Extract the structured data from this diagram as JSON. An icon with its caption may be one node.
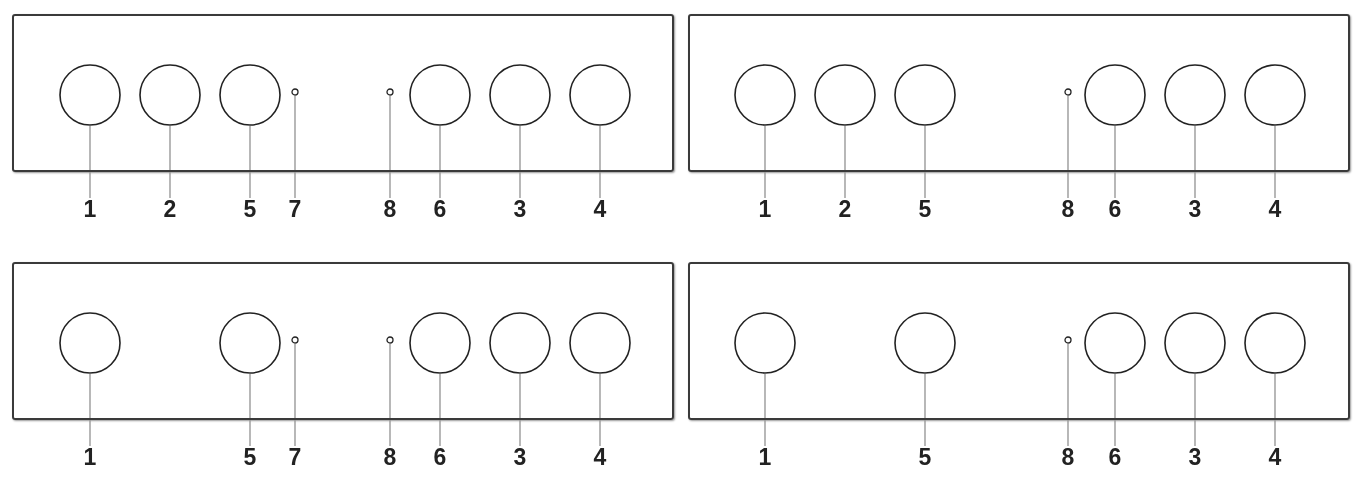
{
  "diagram": {
    "nodes": [
      {
        "text": [],
        "shape": "box"
      },
      {
        "text": [],
        "shape": "circle",
        "in": 0
      },
      {
        "text": [],
        "shape": "circle",
        "in": 0
      },
      {
        "text": [],
        "shape": "circle",
        "in": 0
      },
      {
        "text": [],
        "shape": "dot",
        "in": 0
      },
      {
        "text": [],
        "shape": "dot",
        "in": 0
      },
      {
        "text": [],
        "shape": "circle",
        "in": 0
      },
      {
        "text": [],
        "shape": "circle",
        "in": 0
      },
      {
        "text": [],
        "shape": "circle",
        "in": 0
      },
      {
        "text": [
          "1"
        ]
      },
      {
        "text": [
          "2"
        ]
      },
      {
        "text": [
          "5"
        ]
      },
      {
        "text": [
          "7"
        ]
      },
      {
        "text": [
          "8"
        ]
      },
      {
        "text": [
          "6"
        ]
      },
      {
        "text": [
          "3"
        ]
      },
      {
        "text": [
          "4"
        ]
      },
      {
        "text": [],
        "shape": "box"
      },
      {
        "text": [],
        "shape": "circle",
        "in": 17
      },
      {
        "text": [],
        "shape": "circle",
        "in": 17
      },
      {
        "text": [],
        "shape": "circle",
        "in": 17
      },
      {
        "text": [],
        "shape": "dot",
        "in": 17
      },
      {
        "text": [],
        "shape": "circle",
        "in": 17
      },
      {
        "text": [],
        "shape": "circle",
        "in": 17
      },
      {
        "text": [],
        "shape": "circle",
        "in": 17
      },
      {
        "text": [
          "1"
        ]
      },
      {
        "text": [
          "2"
        ]
      },
      {
        "text": [
          "5"
        ]
      },
      {
        "text": [
          "8"
        ]
      },
      {
        "text": [
          "6"
        ]
      },
      {
        "text": [
          "3"
        ]
      },
      {
        "text": [
          "4"
        ]
      },
      {
        "text": [],
        "shape": "box"
      },
      {
        "text": [],
        "shape": "circle",
        "in": 32
      },
      {
        "text": [],
        "shape": "circle",
        "in": 32
      },
      {
        "text": [],
        "shape": "dot",
        "in": 32
      },
      {
        "text": [],
        "shape": "dot",
        "in": 32
      },
      {
        "text": [],
        "shape": "circle",
        "in": 32
      },
      {
        "text": [],
        "shape": "circle",
        "in": 32
      },
      {
        "text": [],
        "shape": "circle",
        "in": 32
      },
      {
        "text": [
          "1"
        ]
      },
      {
        "text": [
          "5"
        ]
      },
      {
        "text": [
          "7"
        ]
      },
      {
        "text": [
          "8"
        ]
      },
      {
        "text": [
          "6"
        ]
      },
      {
        "text": [
          "3"
        ]
      },
      {
        "text": [
          "4"
        ]
      },
      {
        "text": [],
        "shape": "box"
      },
      {
        "text": [],
        "shape": "circle",
        "in": 47
      },
      {
        "text": [],
        "shape": "circle",
        "in": 47
      },
      {
        "text": [],
        "shape": "dot",
        "in": 47
      },
      {
        "text": [],
        "shape": "circle",
        "in": 47
      },
      {
        "text": [],
        "shape": "circle",
        "in": 47
      },
      {
        "text": [],
        "shape": "circle",
        "in": 47
      },
      {
        "text": [
          "1"
        ]
      },
      {
        "text": [
          "5"
        ]
      },
      {
        "text": [
          "8"
        ]
      },
      {
        "text": [
          "6"
        ]
      },
      {
        "text": [
          "3"
        ]
      },
      {
        "text": [
          "4"
        ]
      }
    ],
    "edges": [
      {
        "from": 9,
        "to": 1,
        "arrow": "none"
      },
      {
        "from": 10,
        "to": 2,
        "arrow": "none"
      },
      {
        "from": 11,
        "to": 3,
        "arrow": "none"
      },
      {
        "from": 12,
        "to": 4,
        "arrow": "none"
      },
      {
        "from": 13,
        "to": 5,
        "arrow": "none"
      },
      {
        "from": 14,
        "to": 6,
        "arrow": "none"
      },
      {
        "from": 15,
        "to": 7,
        "arrow": "none"
      },
      {
        "from": 16,
        "to": 8,
        "arrow": "none"
      },
      {
        "from": 25,
        "to": 18,
        "arrow": "none"
      },
      {
        "from": 26,
        "to": 19,
        "arrow": "none"
      },
      {
        "from": 27,
        "to": 20,
        "arrow": "none"
      },
      {
        "from": 28,
        "to": 21,
        "arrow": "none"
      },
      {
        "from": 29,
        "to": 22,
        "arrow": "none"
      },
      {
        "from": 30,
        "to": 23,
        "arrow": "none"
      },
      {
        "from": 31,
        "to": 24,
        "arrow": "none"
      },
      {
        "from": 40,
        "to": 33,
        "arrow": "none"
      },
      {
        "from": 41,
        "to": 34,
        "arrow": "none"
      },
      {
        "from": 42,
        "to": 35,
        "arrow": "none"
      },
      {
        "from": 43,
        "to": 36,
        "arrow": "none"
      },
      {
        "from": 44,
        "to": 37,
        "arrow": "none"
      },
      {
        "from": 45,
        "to": 38,
        "arrow": "none"
      },
      {
        "from": 46,
        "to": 39,
        "arrow": "none"
      },
      {
        "from": 54,
        "to": 48,
        "arrow": "none"
      },
      {
        "from": 55,
        "to": 49,
        "arrow": "none"
      },
      {
        "from": 56,
        "to": 50,
        "arrow": "none"
      },
      {
        "from": 57,
        "to": 51,
        "arrow": "none"
      },
      {
        "from": 58,
        "to": 52,
        "arrow": "none"
      },
      {
        "from": 59,
        "to": 53,
        "arrow": "none"
      }
    ]
  }
}
